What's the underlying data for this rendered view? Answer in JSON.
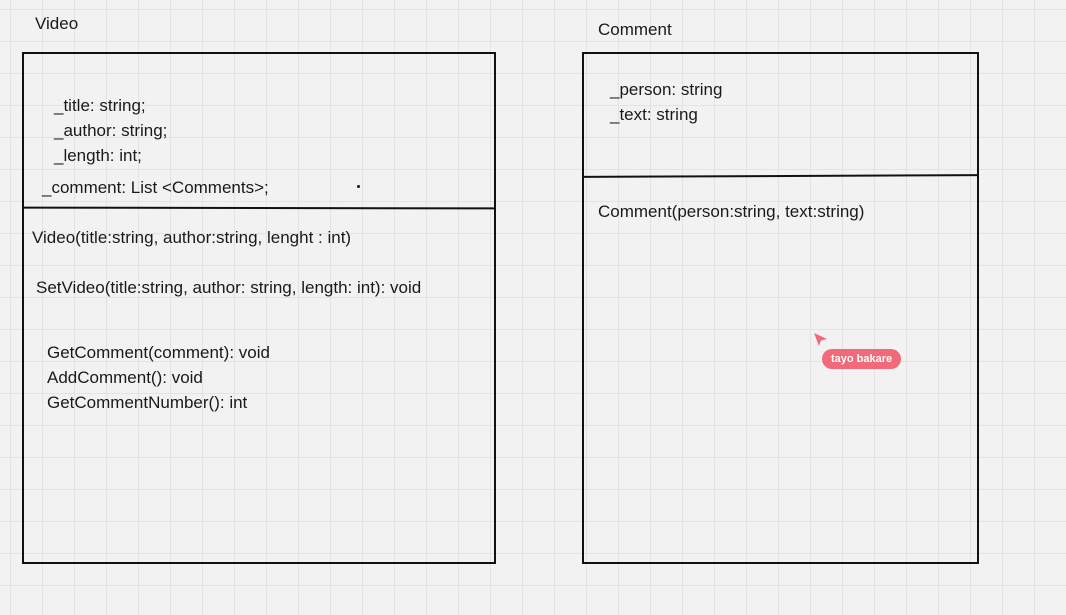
{
  "canvas": {
    "grid_color": "#e3e3e3",
    "background_color": "#f2f2f2"
  },
  "video_class": {
    "title": "Video",
    "attributes": [
      "_title: string;",
      "_author: string;",
      "_length: int;",
      "_comment: List <Comments>;"
    ],
    "methods": [
      "Video(title:string, author:string, lenght : int)",
      "SetVideo(title:string, author: string, length: int): void",
      "GetComment(comment): void",
      "AddComment(): void",
      "GetCommentNumber(): int"
    ]
  },
  "comment_class": {
    "title": "Comment",
    "attributes": [
      "_person: string",
      "_text: string"
    ],
    "methods": [
      "Comment(person:string, text:string)"
    ]
  },
  "collaborator": {
    "name": "tayo bakare",
    "color": "#f06a79",
    "icon": "cursor-arrow-icon"
  }
}
